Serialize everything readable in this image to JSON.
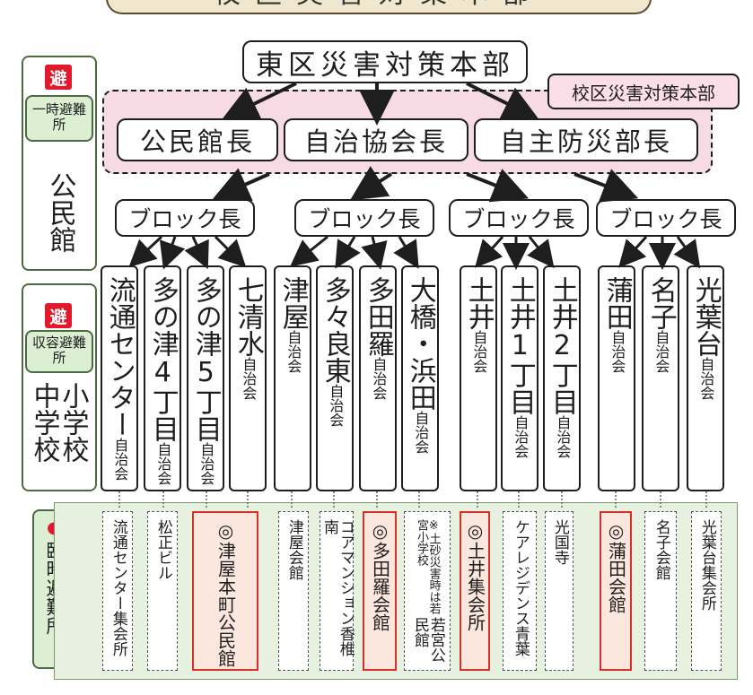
{
  "title": "校区災害対策本部",
  "hq": "東区災害対策本部",
  "school_hq": "校区災害対策本部",
  "leaders": [
    "公民館長",
    "自治協会長",
    "自主防災部長"
  ],
  "block_leader": "ブロック長",
  "side": {
    "evac_mark": "避",
    "temp_label": "一時避難所",
    "temp_facility": "公民館",
    "housing_label": "収容避難所",
    "housing_facility_1": "小学校",
    "housing_facility_2": "中学校",
    "temporary_label": "臨時避難所",
    "dot": "●"
  },
  "associations": [
    {
      "name": "流通センター",
      "suffix": "自治会"
    },
    {
      "name": "多の津4丁目",
      "suffix": "自治会"
    },
    {
      "name": "多の津5丁目",
      "suffix": "自治会"
    },
    {
      "name": "七清水",
      "suffix": "自治会"
    },
    {
      "name": "津屋",
      "suffix": "自治会"
    },
    {
      "name": "多々良東",
      "suffix": "自治会"
    },
    {
      "name": "多田羅",
      "suffix": "自治会"
    },
    {
      "name": "大橋・浜田",
      "suffix": "自治会"
    },
    {
      "name": "土井",
      "suffix": "自治会"
    },
    {
      "name": "土井1丁目",
      "suffix": "自治会"
    },
    {
      "name": "土井2丁目",
      "suffix": "自治会"
    },
    {
      "name": "蒲田",
      "suffix": "自治会"
    },
    {
      "name": "名子",
      "suffix": "自治会"
    },
    {
      "name": "光葉台",
      "suffix": "自治会"
    }
  ],
  "shelters": [
    {
      "name": "流通センター集会所"
    },
    {
      "name": "松正ビル"
    },
    {
      "name": "◎津屋本町公民館"
    },
    {
      "name": "津屋会館"
    },
    {
      "name": "コアマンション香椎南"
    },
    {
      "name": "◎多田羅会館"
    },
    {
      "name": "若宮公民館",
      "note": "※土砂災害時は若宮小学校"
    },
    {
      "name": "◎土井集会所"
    },
    {
      "name": "ケアレジデンス青葉"
    },
    {
      "name": "光国寺"
    },
    {
      "name": "◎蒲田会館"
    },
    {
      "name": "名子会館"
    },
    {
      "name": "光葉台集会所"
    }
  ],
  "colors": {
    "pink": "#f6dbe5",
    "green": "#e6f1df",
    "red": "#e0192c",
    "beige": "#f1e7cf"
  }
}
